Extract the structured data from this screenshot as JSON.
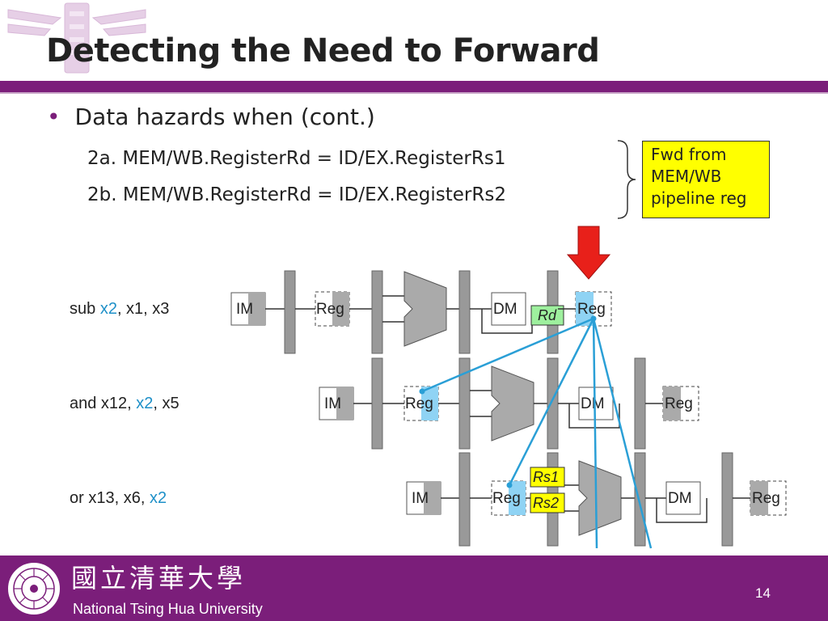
{
  "slide": {
    "title": "Detecting the Need to Forward",
    "bullet": "Data hazards when (cont.)",
    "conditions": [
      "2a. MEM/WB.RegisterRd = ID/EX.RegisterRs1",
      "2b. MEM/WB.RegisterRd = ID/EX.RegisterRs2"
    ],
    "fwd_box": [
      "Fwd from",
      "MEM/WB",
      "pipeline reg"
    ],
    "page_number": "14"
  },
  "instructions": [
    {
      "op": "sub",
      "args": [
        " ",
        "x2",
        ", x1, x3"
      ]
    },
    {
      "op": "and",
      "args": [
        " x12, ",
        "x2",
        ", x5"
      ]
    },
    {
      "op": "or",
      "args": [
        " x13, x6, ",
        "x2",
        ""
      ]
    }
  ],
  "pipeline": {
    "im_label": "IM",
    "reg_label": "Reg",
    "dm_label": "DM",
    "rd_tag": "Rd",
    "rs1_tag": "Rs1",
    "rs2_tag": "Rs2"
  },
  "footer": {
    "university": "National Tsing Hua University",
    "chinese_name": "國立清華大學"
  },
  "colors": {
    "accent_purple": "#7b1e7a",
    "highlight_blue": "#1e90c8",
    "reg_highlight": "#8fd3f4",
    "tag_green": "#9ef09e",
    "tag_yellow": "#ffff00",
    "arrow_red": "#e8201a"
  }
}
